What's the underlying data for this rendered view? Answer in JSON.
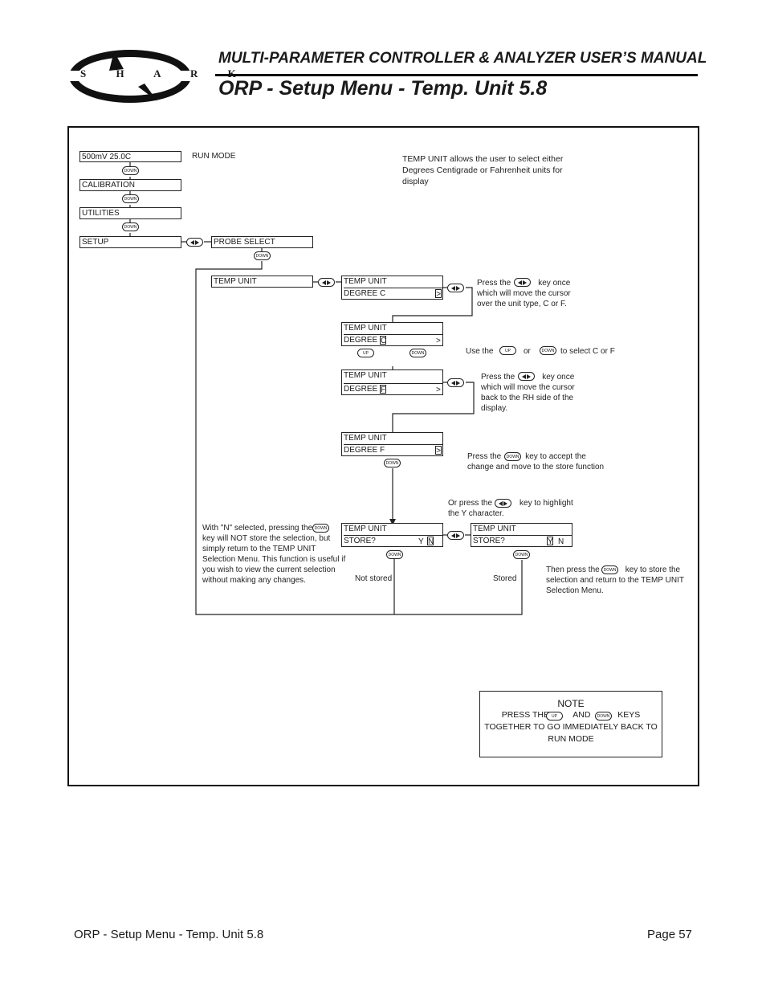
{
  "header": {
    "manual_title": "MULTI-PARAMETER CONTROLLER & ANALYZER USER’S MANUAL",
    "page_title": "ORP - Setup Menu - Temp. Unit 5.8",
    "logo_letters": "S H A R K"
  },
  "diagram": {
    "run_display": "500mV   25.0C",
    "run_mode_label": "RUN MODE",
    "calibration": "CALIBRATION",
    "utilities": "UTILITIES",
    "setup": "SETUP",
    "probe_select": "PROBE SELECT",
    "temp_unit": "TEMP UNIT",
    "degree_c": "DEGREE    C",
    "degree_label": "DEGREE",
    "c_char": "C",
    "f_char": "F",
    "degree_f": "DEGREE    F",
    "gt": ">",
    "store_label": "STORE?",
    "y_char": "Y",
    "n_char": "N",
    "not_stored": "Not stored",
    "stored": "Stored",
    "key_down": "DOWN",
    "key_up": "UP",
    "intro": "TEMP UNIT allows the user to select either Degrees Centigrade or Fahrenheit units for display",
    "press_a1": "Press the",
    "press_a2": "key once",
    "press_a3": "which will move the cursor",
    "press_a4": "over the unit type, C or F.",
    "use_the": "Use the",
    "or": "or",
    "to_select": "to select C or F",
    "press_b1": "Press the",
    "press_b2": "key once",
    "press_b3": "which will move the cursor",
    "press_b4": "back to the RH side of the",
    "press_b5": "display.",
    "press_c1": "Press the",
    "press_c2": "key to accept the",
    "press_c3": "change and move to the store function",
    "or_press1": "Or press the",
    "or_press2": "key to highlight",
    "or_press3": "the Y character.",
    "with_n1": "With \"N\" selected, pressing the",
    "with_n2": "key will NOT store the selection, but",
    "with_n3": "simply return to the TEMP UNIT",
    "with_n4": "Selection Menu. This function is useful if",
    "with_n5": "you wish to view the current selection",
    "with_n6": "without making any changes.",
    "then1": "Then press the",
    "then2": "key to store the",
    "then3": "selection and return to the TEMP UNIT",
    "then4": "Selection Menu.",
    "note_title": "NOTE",
    "note_press": "PRESS THE",
    "note_and": "AND",
    "note_keys": "KEYS",
    "note_line2": "TOGETHER TO GO IMMEDIATELY BACK TO",
    "note_line3": "RUN MODE"
  },
  "footer": {
    "left": "ORP - Setup Menu - Temp. Unit 5.8",
    "right": "Page 57"
  }
}
